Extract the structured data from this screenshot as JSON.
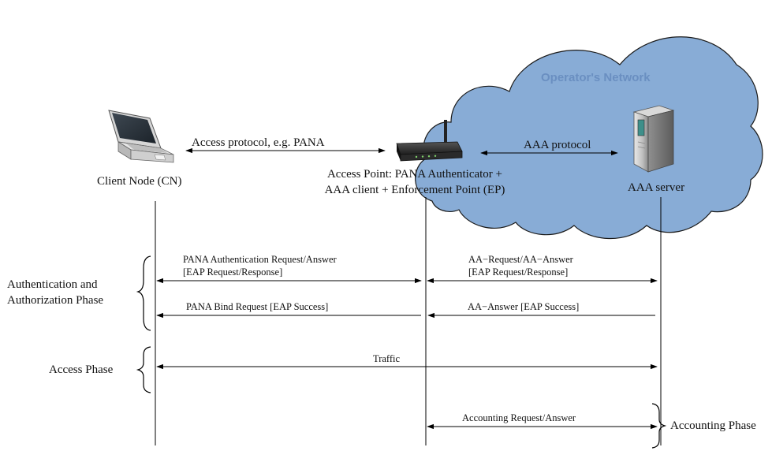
{
  "colors": {
    "cloud_fill": "#88acd6",
    "cloud_stroke": "#1a1a1a",
    "cloud_title": "#6a8fc1",
    "line": "#000000"
  },
  "cloud": {
    "title": "Operator's Network"
  },
  "nodes": {
    "client": {
      "label": "Client Node (CN)",
      "icon": "laptop-icon"
    },
    "access_point": {
      "label_line1": "Access Point: PANA Authenticator +",
      "label_line2": "AAA client + Enforcement Point (EP)",
      "icon": "router-icon"
    },
    "server": {
      "label": "AAA server",
      "icon": "server-icon"
    }
  },
  "protocols": {
    "access": "Access protocol, e.g. PANA",
    "aaa": "AAA protocol"
  },
  "phases": {
    "auth_line1": "Authentication and",
    "auth_line2": "Authorization Phase",
    "access": "Access Phase",
    "accounting": "Accounting Phase"
  },
  "messages": {
    "pana_auth_line1": "PANA Authentication Request/Answer",
    "pana_auth_line2": "[EAP Request/Response]",
    "aa_req_line1": "AA−Request/AA−Answer",
    "aa_req_line2": "[EAP Request/Response]",
    "pana_bind": "PANA Bind Request [EAP Success]",
    "aa_answer": "AA−Answer [EAP Success]",
    "traffic": "Traffic",
    "accounting": "Accounting Request/Answer"
  }
}
